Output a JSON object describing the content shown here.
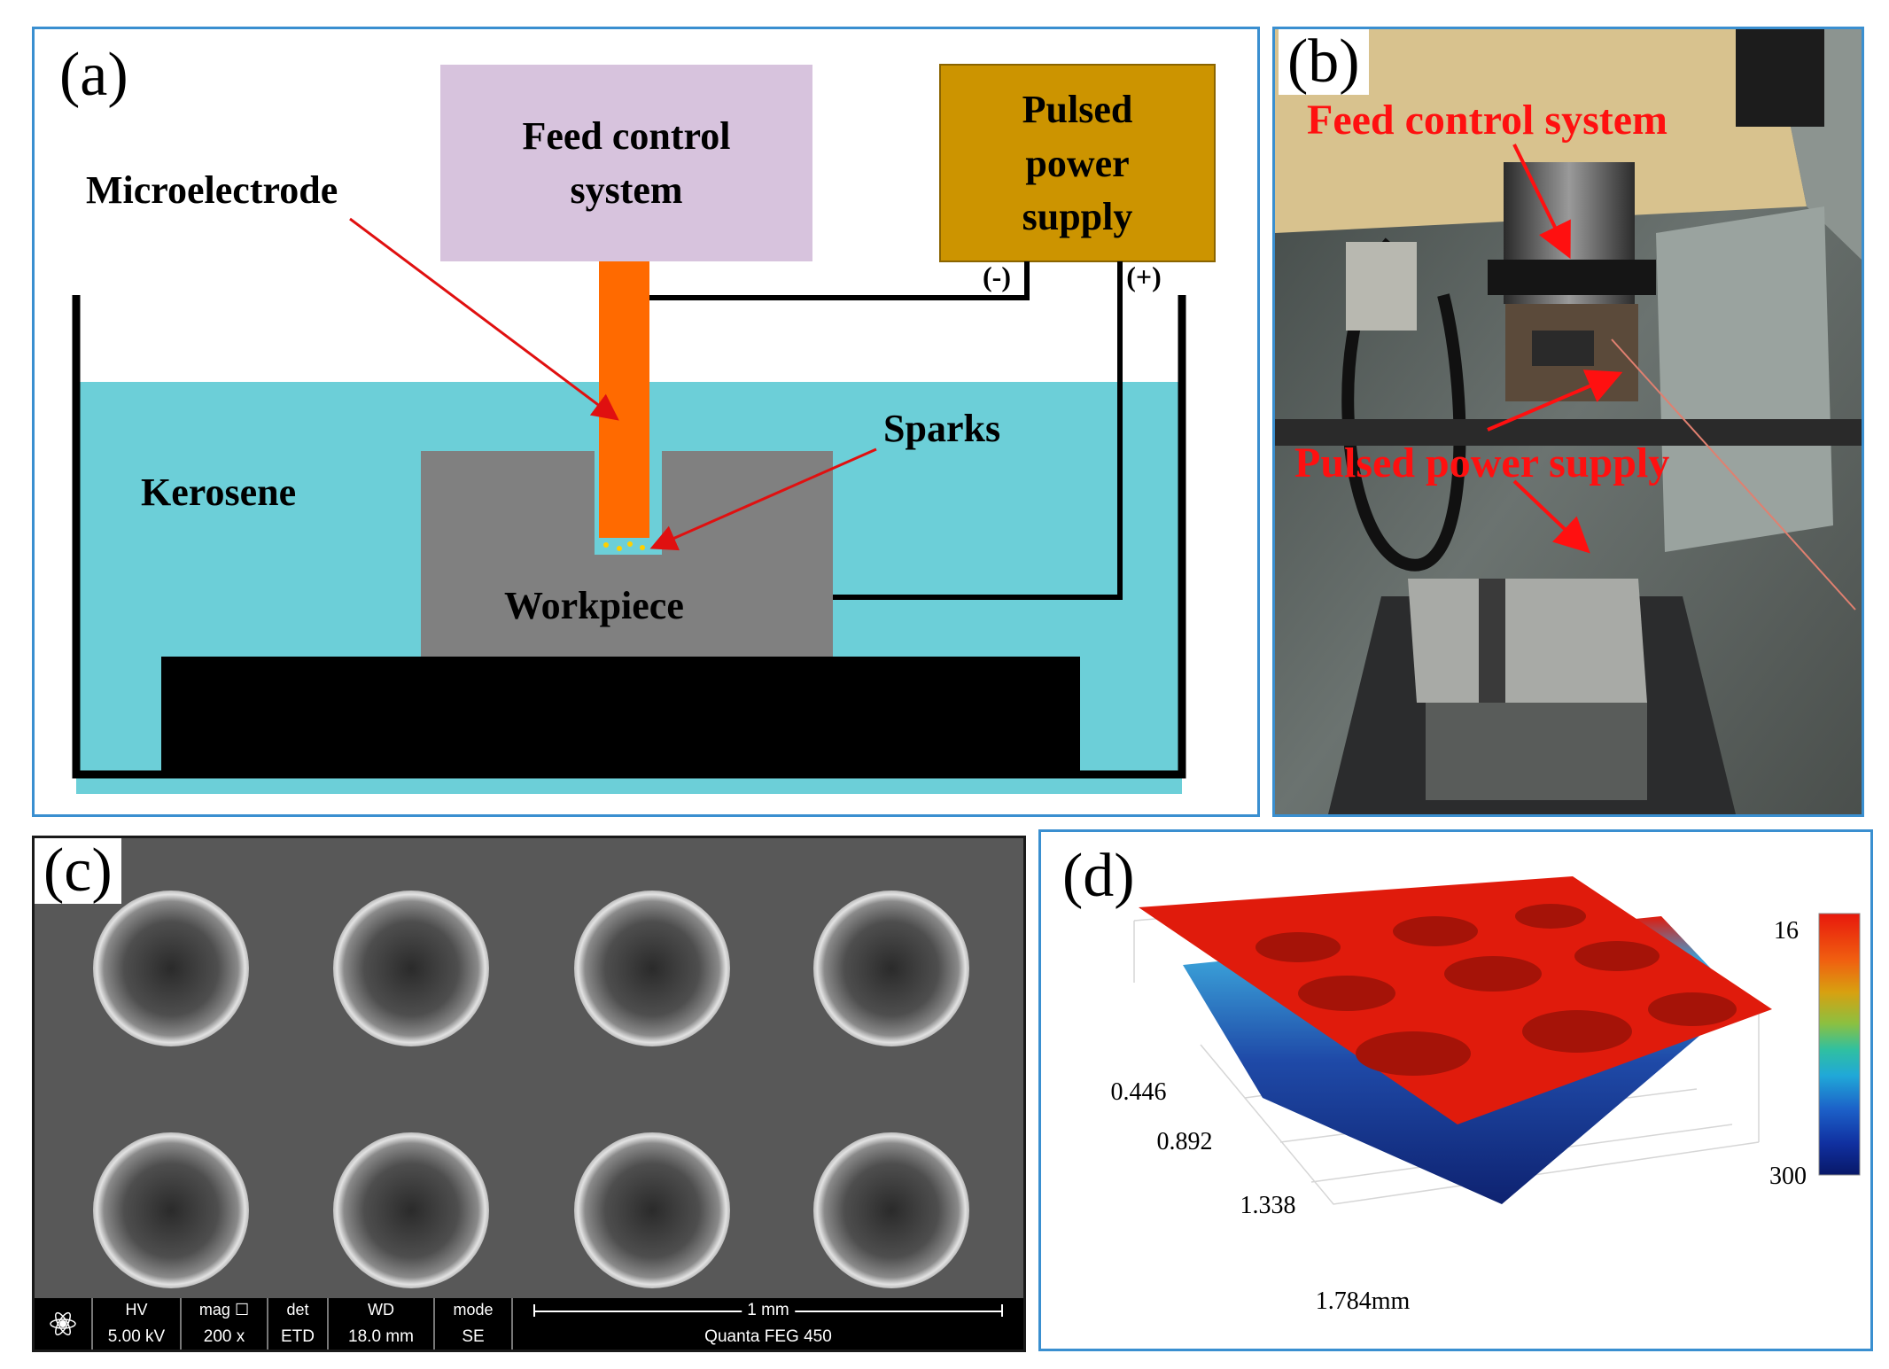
{
  "panel_a": {
    "label": "(a)",
    "feed_control": [
      "Feed control",
      "system"
    ],
    "pulsed_power": [
      "Pulsed",
      "power",
      "supply"
    ],
    "minus": "(-)",
    "plus": "(+)",
    "microelectrode": "Microelectrode",
    "sparks": "Sparks",
    "kerosene": "Kerosene",
    "workpiece": "Workpiece",
    "colors": {
      "kerosene": "#6ccfd8",
      "feed_box": "#d7c3dd",
      "power_box": "#cc9400",
      "electrode": "#ff6a00",
      "workpiece": "#808080",
      "arrow": "#e01010"
    }
  },
  "panel_b": {
    "label": "(b)",
    "feed_label": "Feed control system",
    "power_label": "Pulsed power supply",
    "colors": {
      "label": "#ff1010"
    }
  },
  "panel_c": {
    "label": "(c)",
    "hv_label": "HV",
    "hv": "5.00 kV",
    "mag_label": "mag",
    "mag": "200 x",
    "det_label": "det",
    "det": "ETD",
    "wd_label": "WD",
    "wd": "18.0 mm",
    "mode_label": "mode",
    "mode": "SE",
    "scale": "1 mm",
    "instrument": "Quanta FEG 450"
  },
  "panel_d": {
    "label": "(d)",
    "ticks": [
      "0.446",
      "0.892",
      "1.338",
      "1.784mm"
    ],
    "colorbar_max": "16",
    "colorbar_min": "300",
    "colors": {
      "surface": "#e01b0c",
      "deep": "#1a3c9a"
    }
  }
}
